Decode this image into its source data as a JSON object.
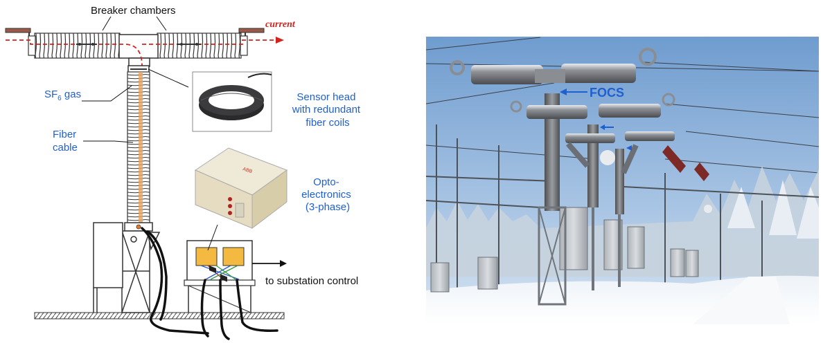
{
  "left_diagram": {
    "breaker_chambers_label": "Breaker chambers",
    "current_label": "current",
    "sf6_label_main": "SF",
    "sf6_label_sub": "6",
    "sf6_label_end": " gas",
    "fiber_cable_line1": "Fiber",
    "fiber_cable_line2": "cable",
    "sensor_head_line1": "Sensor head",
    "sensor_head_line2": "with redundant",
    "sensor_head_line3": "fiber coils",
    "optoelectronics_line1": "Opto-",
    "optoelectronics_line2": "electronics",
    "optoelectronics_line3": "(3-phase)",
    "substation_label": "to substation control",
    "device_brand": "ABB"
  },
  "right_photo": {
    "focs_label": "FOCS"
  },
  "colors": {
    "label_blue": "#1f5fd0",
    "current_red": "#d2231d",
    "module_orange": "#f4b941",
    "photo_sky": "#8fb4dc",
    "insulator_gray": "#6f7174"
  }
}
